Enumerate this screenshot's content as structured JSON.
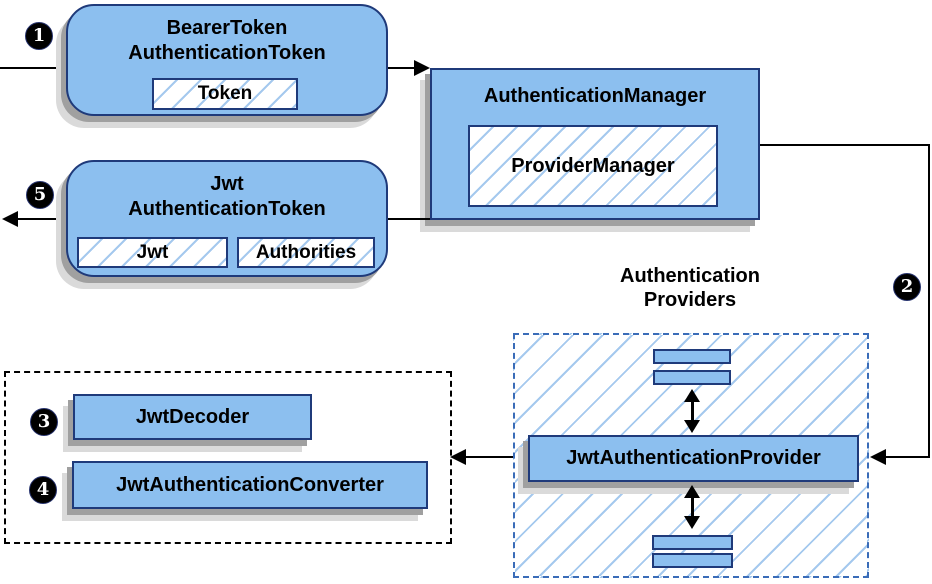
{
  "steps": {
    "s1": "1",
    "s2": "2",
    "s3": "3",
    "s4": "4",
    "s5": "5"
  },
  "nodes": {
    "bearer_token": {
      "line1": "BearerToken",
      "line2": "AuthenticationToken",
      "token_chip": "Token"
    },
    "authentication_manager": {
      "title": "AuthenticationManager",
      "provider_manager": "ProviderManager"
    },
    "jwt_authentication_token": {
      "line1": "Jwt",
      "line2": "AuthenticationToken",
      "jwt_chip": "Jwt",
      "authorities_chip": "Authorities"
    },
    "authentication_providers": {
      "label_line1": "Authentication",
      "label_line2": "Providers",
      "provider": "JwtAuthenticationProvider"
    },
    "jwt_decoder": "JwtDecoder",
    "jwt_authentication_converter": "JwtAuthenticationConverter"
  },
  "colors": {
    "node_fill": "#8cbfef",
    "node_border": "#1f3a7a",
    "hatch_line": "#a5c9ee",
    "providers_dash_border": "#3a6cb8",
    "connector": "#000000",
    "badge_bg": "#000000",
    "badge_text": "#ffffff",
    "shadow_dark": "#a0a0a0",
    "shadow_light": "#dadada"
  }
}
